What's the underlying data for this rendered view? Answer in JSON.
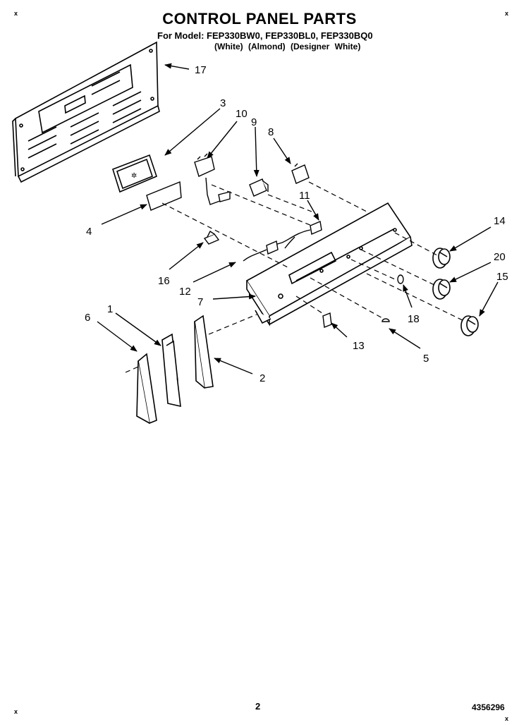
{
  "header": {
    "title": "CONTROL PANEL PARTS",
    "model_line": "For Model: FEP330BW0, FEP330BL0, FEP330BQ0",
    "color_line": "(White)     (Almond) (Designer White)"
  },
  "footer": {
    "page_number": "2",
    "document_number": "4356296"
  },
  "corner_marks": [
    "x",
    "x",
    "x",
    "x"
  ],
  "part_labels": {
    "p1": "1",
    "p2": "2",
    "p3": "3",
    "p4": "4",
    "p5": "5",
    "p6": "6",
    "p7": "7",
    "p8": "8",
    "p9": "9",
    "p10": "10",
    "p11": "11",
    "p12": "12",
    "p13": "13",
    "p14": "14",
    "p15": "15",
    "p16": "16",
    "p17": "17",
    "p18": "18",
    "p20": "20"
  }
}
